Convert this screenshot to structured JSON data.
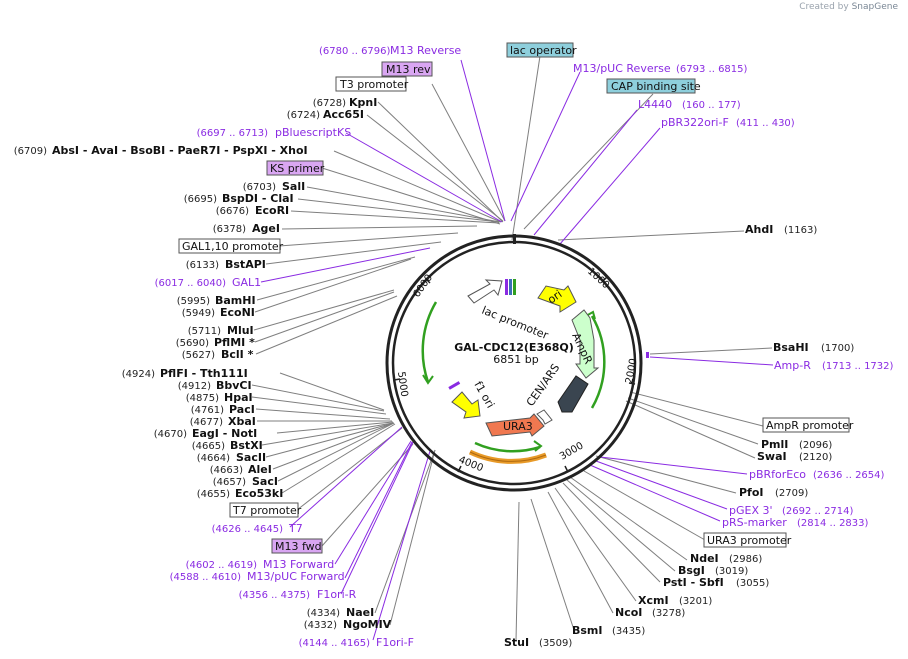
{
  "credit": {
    "prefix": "Created by",
    "brand": "SnapGene"
  },
  "plasmid": {
    "name": "GAL-CDC12(E368Q)",
    "size_label": "6851 bp"
  },
  "ticks": [
    "1000",
    "2000",
    "3000",
    "4000",
    "5000",
    "6000"
  ],
  "features": {
    "lac_promoter": "lac promoter",
    "ori": "ori",
    "ampr": "AmpR",
    "cen_ars": "CEN/ARS",
    "ura3": "URA3",
    "f1_ori": "f1 ori"
  },
  "labels": {
    "ahdi": {
      "name": "AhdI",
      "pos": "(1163)"
    },
    "bsahi": {
      "name": "BsaHI",
      "pos": "(1700)"
    },
    "ampr_primer": {
      "name": "Amp-R",
      "pos": "(1713 .. 1732)"
    },
    "ampr_promoter": {
      "name": "AmpR promoter"
    },
    "pmli": {
      "name": "PmlI",
      "pos": "(2096)"
    },
    "swai": {
      "name": "SwaI",
      "pos": "(2120)"
    },
    "pbrforeco": {
      "name": "pBRforEco",
      "pos": "(2636 .. 2654)"
    },
    "pfoi": {
      "name": "PfoI",
      "pos": "(2709)"
    },
    "pgex3": {
      "name": "pGEX 3'",
      "pos": "(2692 .. 2714)"
    },
    "prs_marker": {
      "name": "pRS-marker",
      "pos": "(2814 .. 2833)"
    },
    "ura3_promoter": {
      "name": "URA3 promoter"
    },
    "ndei": {
      "name": "NdeI",
      "pos": "(2986)"
    },
    "bsgi": {
      "name": "BsgI",
      "pos": "(3019)"
    },
    "psti_sbfi": {
      "name": "PstI  - SbfI",
      "pos": "(3055)"
    },
    "xcmi": {
      "name": "XcmI",
      "pos": "(3201)"
    },
    "ncoi": {
      "name": "NcoI",
      "pos": "(3278)"
    },
    "bsmi": {
      "name": "BsmI",
      "pos": "(3435)"
    },
    "stui": {
      "name": "StuI",
      "pos": "(3509)"
    },
    "lac_operator": {
      "name": "lac operator"
    },
    "m13puc_rev": {
      "name": "M13/pUC Reverse",
      "pos": "(6793 .. 6815)"
    },
    "cap_site": {
      "name": "CAP binding site"
    },
    "l4440": {
      "name": "L4440",
      "pos": "(160 .. 177)"
    },
    "pbr322ori": {
      "name": "pBR322ori-F",
      "pos": "(411 .. 430)"
    },
    "m13_reverse": {
      "name": "M13 Reverse",
      "pos": "(6780 .. 6796)"
    },
    "m13_rev": {
      "name": "M13 rev"
    },
    "t3_promoter": {
      "name": "T3 promoter"
    },
    "kpni": {
      "name": "KpnI",
      "pos": "(6728)"
    },
    "acc65i": {
      "name": "Acc65I",
      "pos": "(6724)"
    },
    "pbluescriptks": {
      "name": "pBluescriptKS",
      "pos": "(6697 .. 6713)"
    },
    "absi_group": {
      "name": "AbsI  - AvaI  - BsoBI  - PaeR7I  - PspXI  - XhoI",
      "pos": "(6709)"
    },
    "ks_primer": {
      "name": "KS primer"
    },
    "sali": {
      "name": "SalI",
      "pos": "(6703)"
    },
    "bspdi": {
      "name": "BspDI  - ClaI",
      "pos": "(6695)"
    },
    "ecori": {
      "name": "EcoRI",
      "pos": "(6676)"
    },
    "agei": {
      "name": "AgeI",
      "pos": "(6378)"
    },
    "gal_promoter": {
      "name": "GAL1,10 promoter"
    },
    "bstapi": {
      "name": "BstAPI",
      "pos": "(6133)"
    },
    "gal1": {
      "name": "GAL1",
      "pos": "(6017 .. 6040)"
    },
    "bamhi": {
      "name": "BamHI",
      "pos": "(5995)"
    },
    "econi": {
      "name": "EcoNI",
      "pos": "(5949)"
    },
    "mlui": {
      "name": "MluI",
      "pos": "(5711)"
    },
    "pflmi": {
      "name": "PflMI *",
      "pos": "(5690)"
    },
    "bcli": {
      "name": "BclI *",
      "pos": "(5627)"
    },
    "pflfi": {
      "name": "PflFI  - Tth111I",
      "pos": "(4924)"
    },
    "bbvci": {
      "name": "BbvCI",
      "pos": "(4912)"
    },
    "hpai": {
      "name": "HpaI",
      "pos": "(4875)"
    },
    "paci": {
      "name": "PacI",
      "pos": "(4761)"
    },
    "xbai": {
      "name": "XbaI",
      "pos": "(4677)"
    },
    "eagi_noti": {
      "name": "EagI  - NotI",
      "pos": "(4670)"
    },
    "bstxi": {
      "name": "BstXI",
      "pos": "(4665)"
    },
    "sacii": {
      "name": "SacII",
      "pos": "(4664)"
    },
    "alei": {
      "name": "AleI",
      "pos": "(4663)"
    },
    "saci": {
      "name": "SacI",
      "pos": "(4657)"
    },
    "eco53ki": {
      "name": "Eco53kI",
      "pos": "(4655)"
    },
    "t7_promoter": {
      "name": "T7 promoter"
    },
    "t7": {
      "name": "T7",
      "pos": "(4626 .. 4645)"
    },
    "m13_fwd": {
      "name": "M13 fwd"
    },
    "m13_forward": {
      "name": "M13 Forward",
      "pos": "(4602 .. 4619)"
    },
    "m13puc_fwd": {
      "name": "M13/pUC Forward",
      "pos": "(4588 .. 4610)"
    },
    "f1ori_r": {
      "name": "F1ori-R",
      "pos": "(4356 .. 4375)"
    },
    "naei": {
      "name": "NaeI",
      "pos": "(4334)"
    },
    "ngomiv": {
      "name": "NgoMIV",
      "pos": "(4332)"
    },
    "f1ori_f": {
      "name": "F1ori-F",
      "pos": "(4144 .. 4165)"
    }
  },
  "colors": {
    "enzyme_line": "#7f7f7f",
    "primer": "#8a2be2",
    "box_purple": "#d9a6f2",
    "box_teal": "#8ecfdc",
    "ori": "#ffff00",
    "ampr": "#ccffcc",
    "cen_ars": "#3a4550",
    "ura3": "#f07850",
    "f1_ori": "#ffff00",
    "green_arrow": "#31a020",
    "orange_arrow": "#e89a28"
  }
}
